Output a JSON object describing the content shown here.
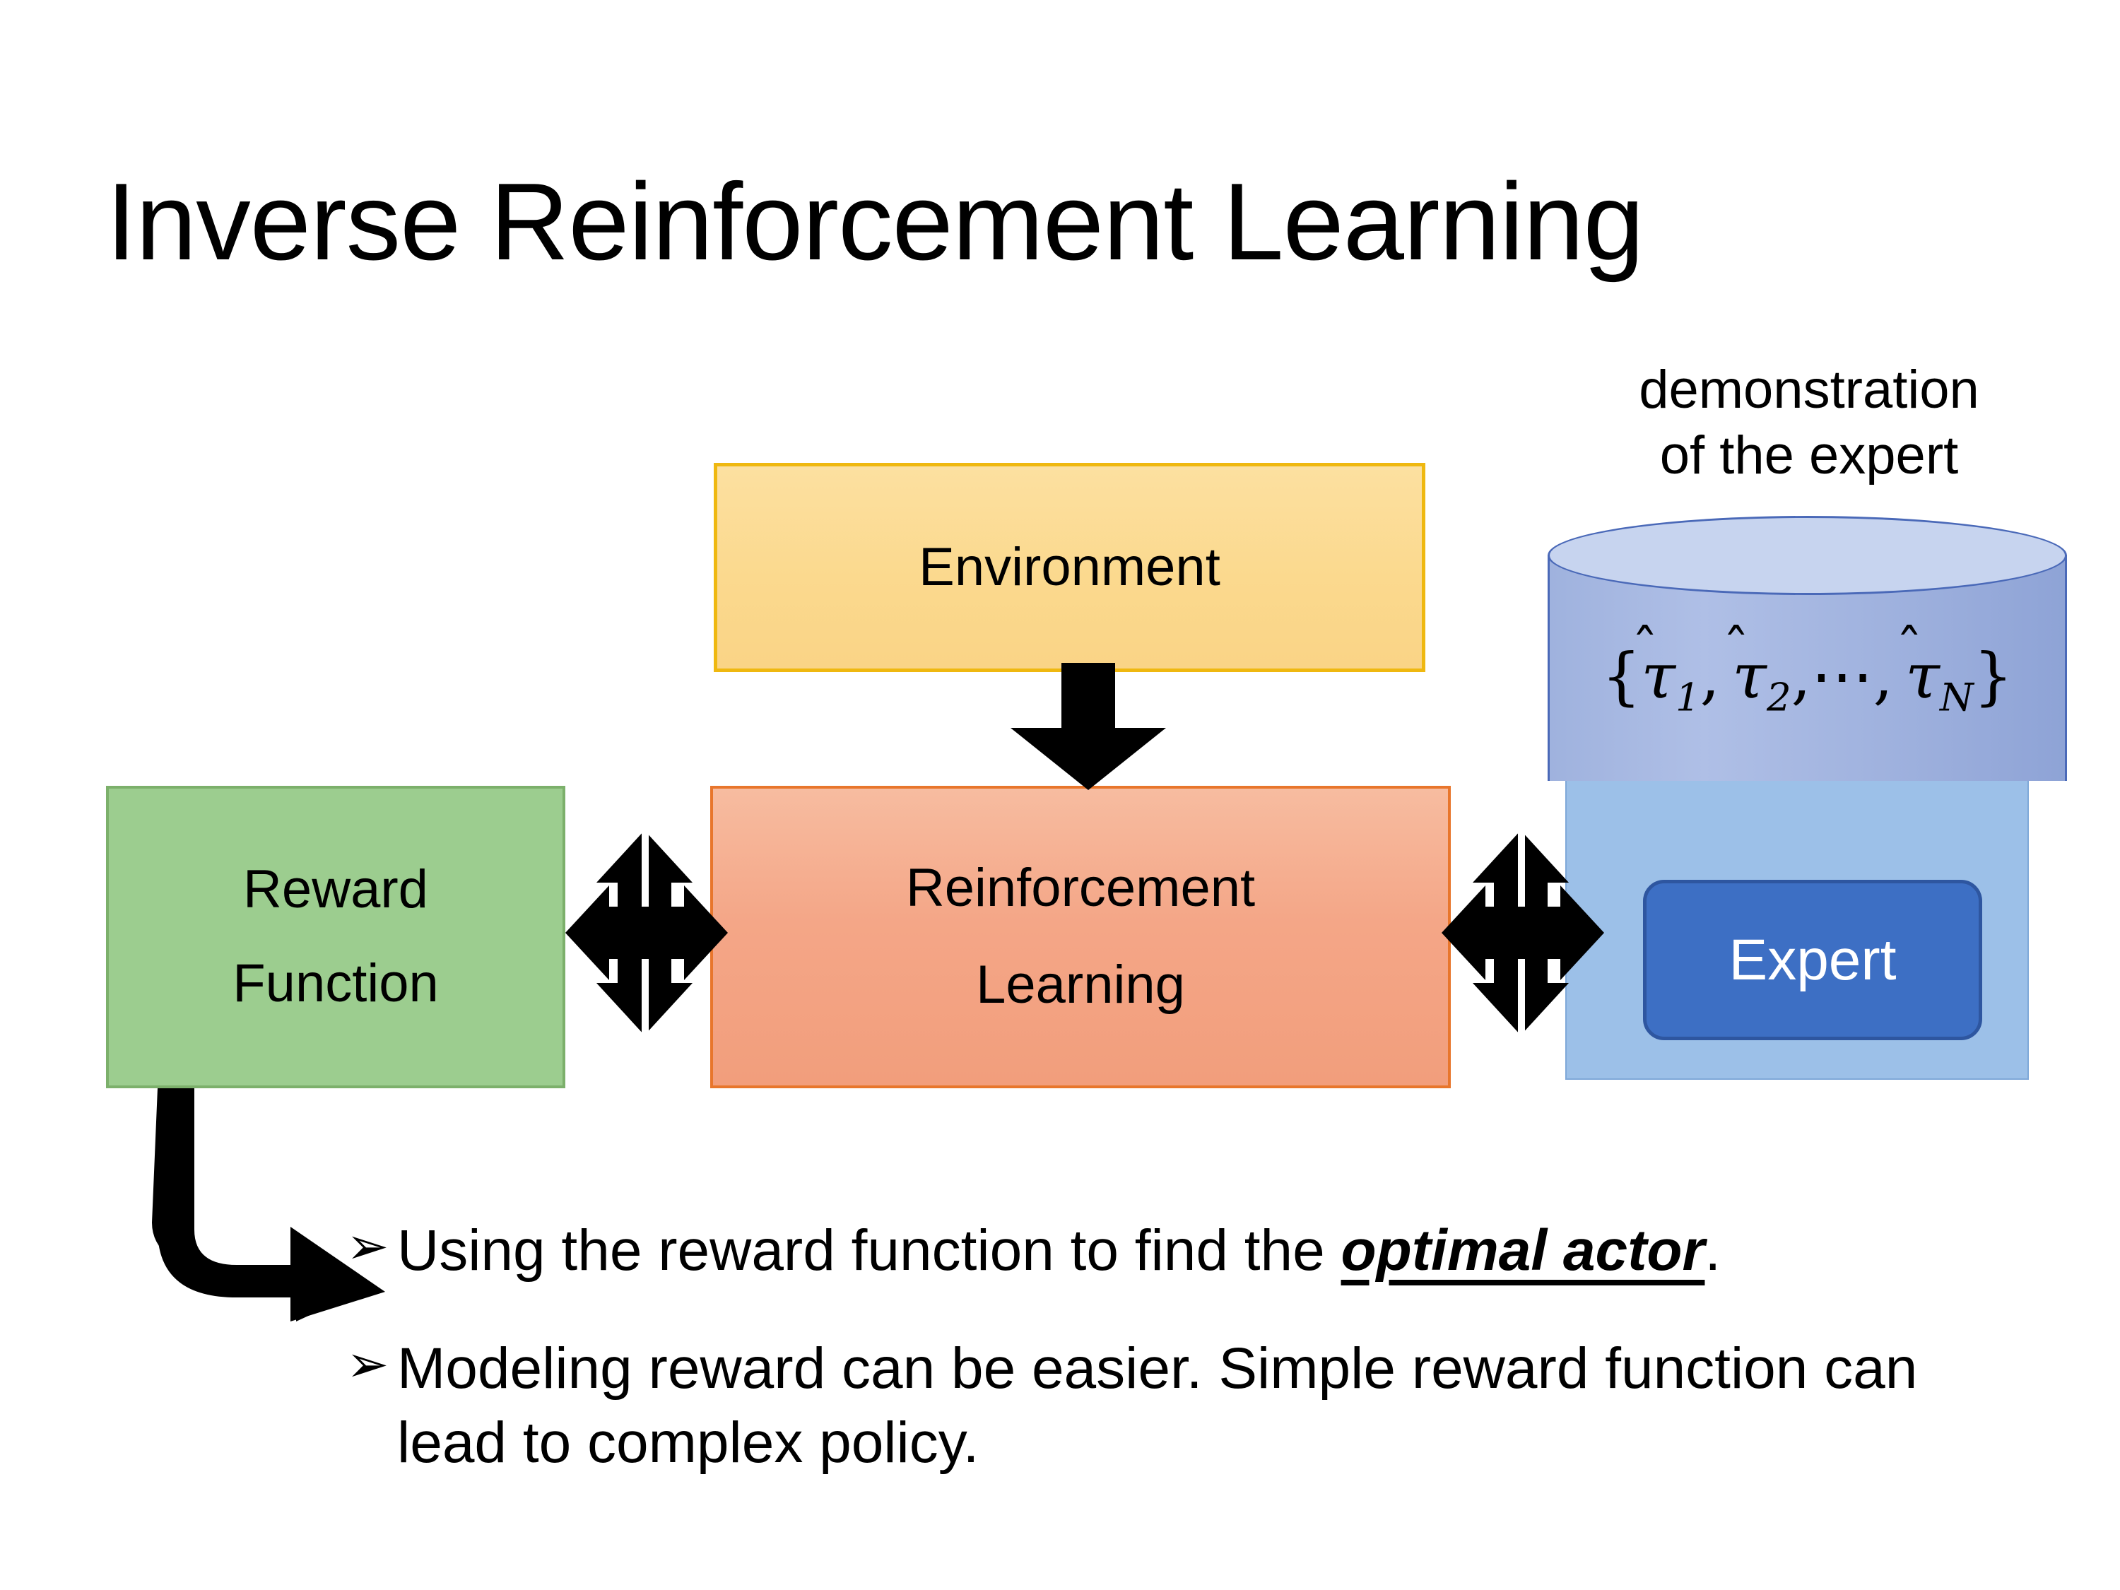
{
  "slide": {
    "title": "Inverse Reinforcement Learning",
    "background_color": "#FFFFFF"
  },
  "diagram": {
    "environment": {
      "label": "Environment",
      "fill_color": "#FAD98B",
      "border_color": "#EFB810"
    },
    "reinforcement_learning": {
      "label_line1": "Reinforcement",
      "label_line2": "Learning",
      "fill_color": "#F4A687",
      "border_color": "#E8762C"
    },
    "reward_function": {
      "label_line1": "Reward",
      "label_line2": "Function",
      "fill_color": "#9CCD8F",
      "border_color": "#7CB06B"
    },
    "expert": {
      "label": "Expert",
      "fill_color": "#3D6FC4",
      "border_color": "#2E56A0",
      "text_color": "#FFFFFF",
      "panel_fill_color": "#9CC0E8"
    },
    "demonstration": {
      "caption_line1": "demonstration",
      "caption_line2": "of the expert",
      "set_open_brace": "{",
      "set_close_brace": "}",
      "tau_symbol": "τ",
      "hat_symbol": "̂",
      "item1_sub": "1",
      "item2_sub": "2",
      "ellipsis": "⋯",
      "itemN_sub": "N",
      "comma": ",",
      "cylinder_top_color": "#C7D4EF",
      "cylinder_body_color": "#9BAEDC",
      "cylinder_border_color": "#4A69B8"
    },
    "arrows": {
      "env_to_rl": "down-arrow",
      "reward_to_rl": "quad-arrow",
      "rl_to_expert": "quad-arrow",
      "reward_to_bullets": "elbow-arrow",
      "color": "#000000"
    }
  },
  "bullets": {
    "marker": "➢",
    "items": [
      {
        "prefix": "Using the reward function to find the ",
        "emphasis": "optimal actor",
        "suffix": "."
      },
      {
        "prefix": "Modeling reward can be easier. Simple reward function can lead to complex policy.",
        "emphasis": "",
        "suffix": ""
      }
    ]
  }
}
